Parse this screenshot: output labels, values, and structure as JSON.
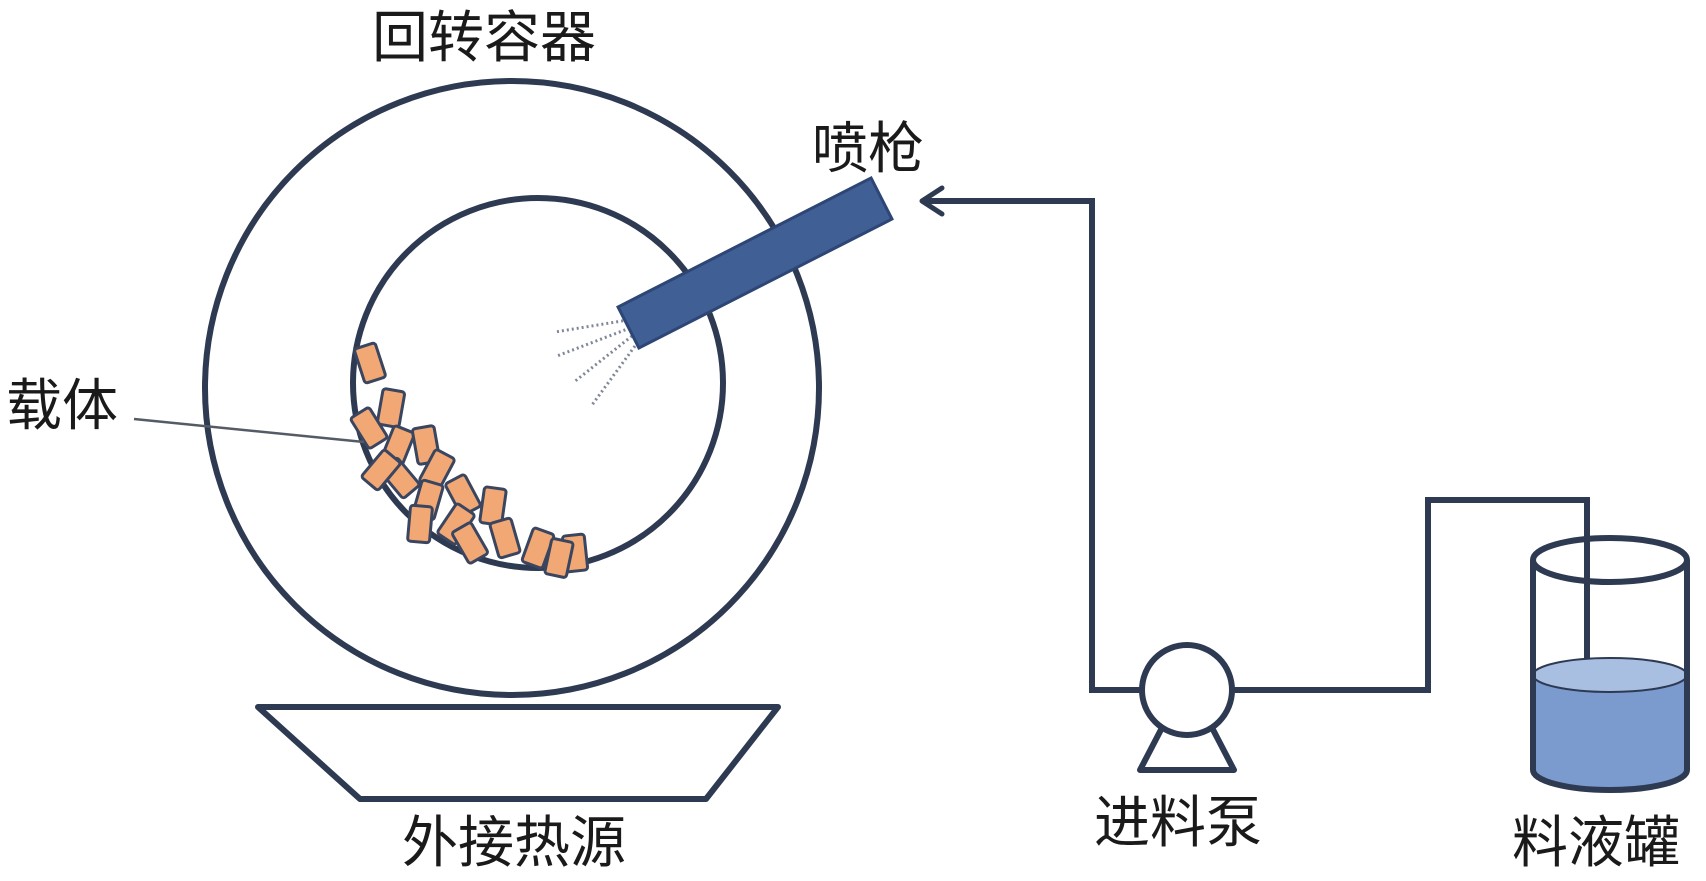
{
  "labels": {
    "rotary_container": "回转容器",
    "spray_gun": "喷枪",
    "carrier": "载体",
    "external_heat_source": "外接热源",
    "feed_pump": "进料泵",
    "liquid_tank": "料液罐"
  },
  "colors": {
    "outline": "#2e3a52",
    "spray_gun": "#3f5f95",
    "spray_gun_edge": "#2d4675",
    "carrier_fill": "#f2a874",
    "carrier_edge": "#3a4660",
    "liquid": "#7b9bcf",
    "liquid_surface": "#a9bfe2",
    "spray_dots": "#7e8896"
  }
}
